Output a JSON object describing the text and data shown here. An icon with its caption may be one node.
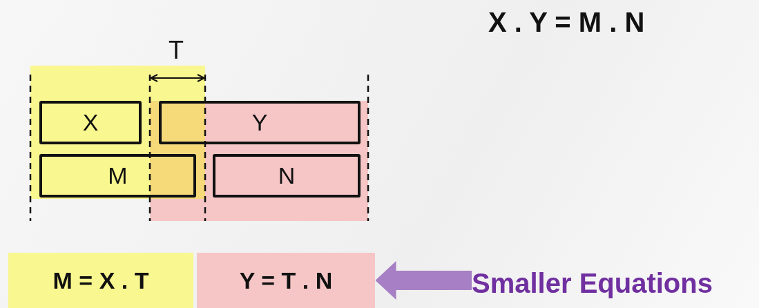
{
  "diagram": {
    "nodes": [
      {
        "text": [
          "X"
        ]
      },
      {
        "text": [
          "Y"
        ]
      },
      {
        "text": [
          "M"
        ]
      },
      {
        "text": [
          "N"
        ]
      },
      {
        "text": [
          "M = X . T"
        ]
      },
      {
        "text": [
          "Y = T . N"
        ]
      },
      {
        "text": [
          "Smaller Equations"
        ]
      }
    ],
    "edges": [
      {
        "from": 6,
        "to": 5,
        "arrow": "to",
        "color": "#a67fc4"
      }
    ],
    "labels": [
      "X . Y = M . N",
      "T"
    ]
  }
}
